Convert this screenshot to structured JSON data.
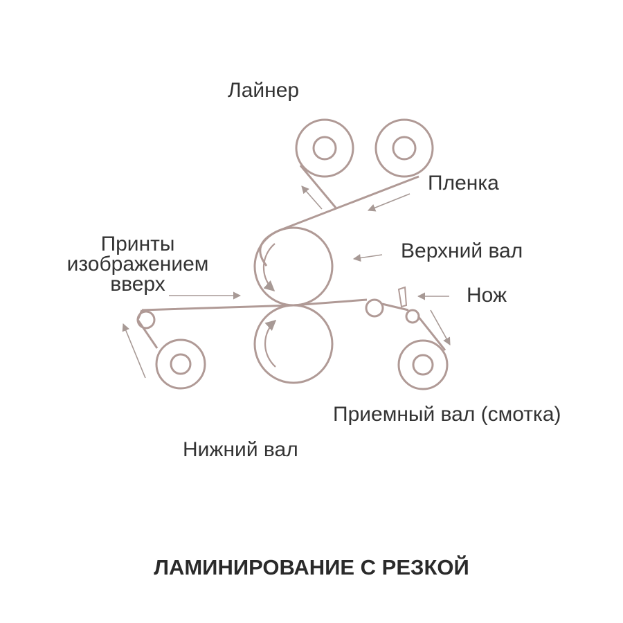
{
  "colors": {
    "line": "#b09a96",
    "arrow": "#a79995",
    "label_text": "#333333",
    "title_text": "#2a2a2a",
    "background": "#ffffff"
  },
  "labels": {
    "liner": "Лайнер",
    "film": "Пленка",
    "prints_face_up": "Принты\nизображением\nвверх",
    "upper_roll": "Верхний вал",
    "knife": "Нож",
    "take_up_roll": "Приемный вал (смотка)",
    "lower_roll": "Нижний вал"
  },
  "title": "ЛАМИНИРОВАНИЕ С РЕЗКОЙ",
  "icons": {
    "knife": "knife-icon",
    "rolls": "roll-icon",
    "arrows": "arrow-icon"
  }
}
